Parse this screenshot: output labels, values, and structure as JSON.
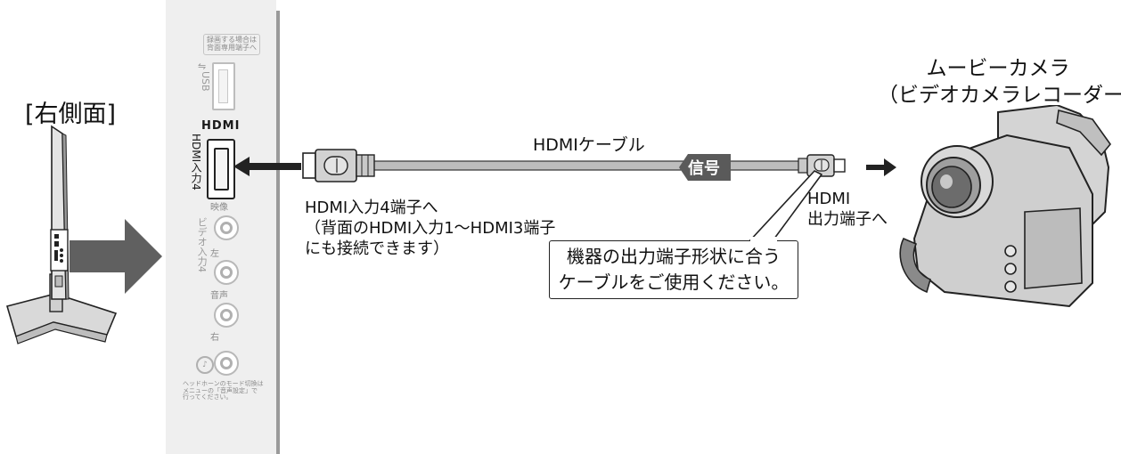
{
  "side_view_label": "[右側面]",
  "device": {
    "name": "ムービーカメラ",
    "alt_name": "（ビデオカメラレコーダー）"
  },
  "cable": {
    "label": "HDMIケーブル",
    "signal_label": "信号"
  },
  "tv_connection": {
    "line1": "HDMI入力4端子へ",
    "line2": "（背面のHDMI入力1～HDMI3端子",
    "line3": "にも接続できます）"
  },
  "camera_connection": {
    "line1": "HDMI",
    "line2": "出力端子へ"
  },
  "note": {
    "line1": "機器の出力端子形状に合う",
    "line2": "ケーブルをご使用ください。"
  },
  "panel": {
    "record_note_1": "録画する場合は",
    "record_note_2": "背面専用端子へ",
    "usb_label": "USB",
    "hdmi_logo": "HDMI",
    "hdmi_input_label": "HDMI入力4",
    "video_label": "映像",
    "video_input_label": "ビデオ入力4",
    "left_label": "左",
    "audio_label": "音声",
    "right_label": "右",
    "headphone_note_1": "ヘッドホーンのモード切換は",
    "headphone_note_2": "メニューの「音声設定」で",
    "headphone_note_3": "行ってください。"
  },
  "colors": {
    "panel": "#efefef",
    "arrow_gray": "#606060",
    "cable_gray": "#bdbdbd",
    "signal_bg": "#5a5a5a"
  }
}
